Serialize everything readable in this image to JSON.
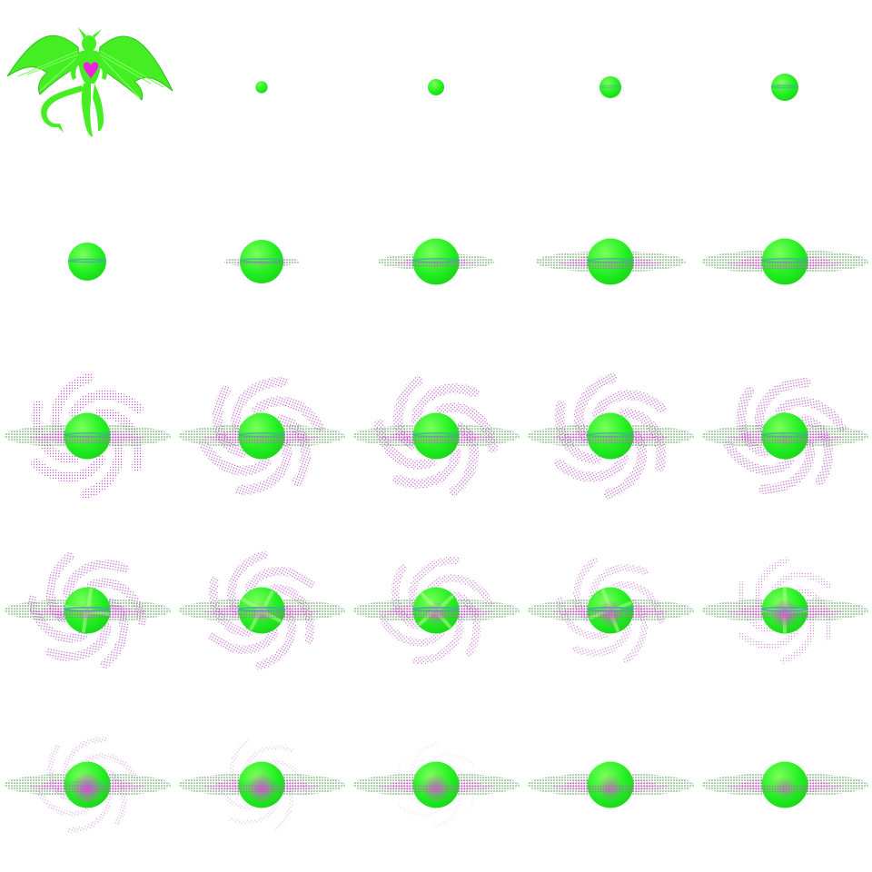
{
  "sprite_sheet": {
    "columns": 5,
    "rows": 5,
    "colors": {
      "background": "#ffffff",
      "sphere": "#22f022",
      "sphere_light": "#7cff5a",
      "ring": "#4f9a4a",
      "ring_glow": "#e040e0",
      "swirl": "#c060d0",
      "band": "#4aa8a0",
      "creature_body": "#44ee22",
      "creature_heart": "#ee22dd"
    },
    "frames": [
      {
        "type": "creature",
        "icon": "winged-demon-icon"
      },
      {
        "type": "orb",
        "sphere": 0.22,
        "ring": 0,
        "vortex": 0,
        "band": 0,
        "core": 0
      },
      {
        "type": "orb",
        "sphere": 0.3,
        "ring": 0,
        "vortex": 0,
        "band": 0,
        "core": 0
      },
      {
        "type": "orb",
        "sphere": 0.4,
        "ring": 0,
        "vortex": 0,
        "band": 0.4,
        "core": 0
      },
      {
        "type": "orb",
        "sphere": 0.5,
        "ring": 0,
        "vortex": 0,
        "band": 0.6,
        "core": 0
      },
      {
        "type": "orb",
        "sphere": 0.7,
        "ring": 0.08,
        "vortex": 0,
        "band": 0.8,
        "core": 0.05
      },
      {
        "type": "orb",
        "sphere": 0.8,
        "ring": 0.45,
        "vortex": 0,
        "band": 0.8,
        "core": 0.1
      },
      {
        "type": "orb",
        "sphere": 0.85,
        "ring": 0.7,
        "vortex": 0,
        "band": 0.8,
        "core": 0.15
      },
      {
        "type": "orb",
        "sphere": 0.85,
        "ring": 0.9,
        "vortex": 0,
        "band": 0.8,
        "core": 0.15
      },
      {
        "type": "orb",
        "sphere": 0.85,
        "ring": 1.0,
        "vortex": 0,
        "band": 0.8,
        "core": 0.15
      },
      {
        "type": "orb",
        "sphere": 0.85,
        "ring": 1.0,
        "vortex": 1.0,
        "band": 0.8,
        "core": 0.15,
        "spin": 0
      },
      {
        "type": "orb",
        "sphere": 0.85,
        "ring": 1.0,
        "vortex": 1.0,
        "band": 0.8,
        "core": 0.15,
        "spin": 20
      },
      {
        "type": "orb",
        "sphere": 0.85,
        "ring": 1.0,
        "vortex": 1.0,
        "band": 0.8,
        "core": 0.15,
        "spin": 40
      },
      {
        "type": "orb",
        "sphere": 0.85,
        "ring": 1.0,
        "vortex": 1.0,
        "band": 0.8,
        "core": 0.15,
        "spin": 60
      },
      {
        "type": "orb",
        "sphere": 0.85,
        "ring": 1.0,
        "vortex": 0.95,
        "band": 0.8,
        "core": 0.25,
        "spin": 80
      },
      {
        "type": "orb",
        "sphere": 0.85,
        "ring": 1.0,
        "vortex": 0.9,
        "band": 1.0,
        "core": 0.3,
        "spin": 100,
        "swirlSphere": 1
      },
      {
        "type": "orb",
        "sphere": 0.85,
        "ring": 1.0,
        "vortex": 0.85,
        "band": 1.0,
        "core": 0.4,
        "spin": 120,
        "swirlSphere": 1
      },
      {
        "type": "orb",
        "sphere": 0.85,
        "ring": 1.0,
        "vortex": 0.75,
        "band": 1.0,
        "core": 0.55,
        "spin": 140,
        "swirlSphere": 1
      },
      {
        "type": "orb",
        "sphere": 0.85,
        "ring": 1.0,
        "vortex": 0.65,
        "band": 1.0,
        "core": 0.7,
        "spin": 160,
        "swirlSphere": 1
      },
      {
        "type": "orb",
        "sphere": 0.85,
        "ring": 1.0,
        "vortex": 0.55,
        "band": 1.0,
        "core": 0.85,
        "spin": 180,
        "swirlSphere": 1
      },
      {
        "type": "orb",
        "sphere": 0.85,
        "ring": 1.0,
        "vortex": 0.45,
        "band": 0.3,
        "core": 1.0,
        "spin": 200
      },
      {
        "type": "orb",
        "sphere": 0.85,
        "ring": 1.0,
        "vortex": 0.3,
        "band": 0.2,
        "core": 0.9,
        "spin": 220
      },
      {
        "type": "orb",
        "sphere": 0.85,
        "ring": 1.0,
        "vortex": 0.12,
        "band": 0.1,
        "core": 0.8,
        "spin": 240
      },
      {
        "type": "orb",
        "sphere": 0.85,
        "ring": 1.0,
        "vortex": 0,
        "band": 0,
        "core": 0.65,
        "spin": 0
      },
      {
        "type": "orb",
        "sphere": 0.85,
        "ring": 1.0,
        "vortex": 0,
        "band": 0,
        "core": 0.5,
        "spin": 0
      }
    ]
  }
}
